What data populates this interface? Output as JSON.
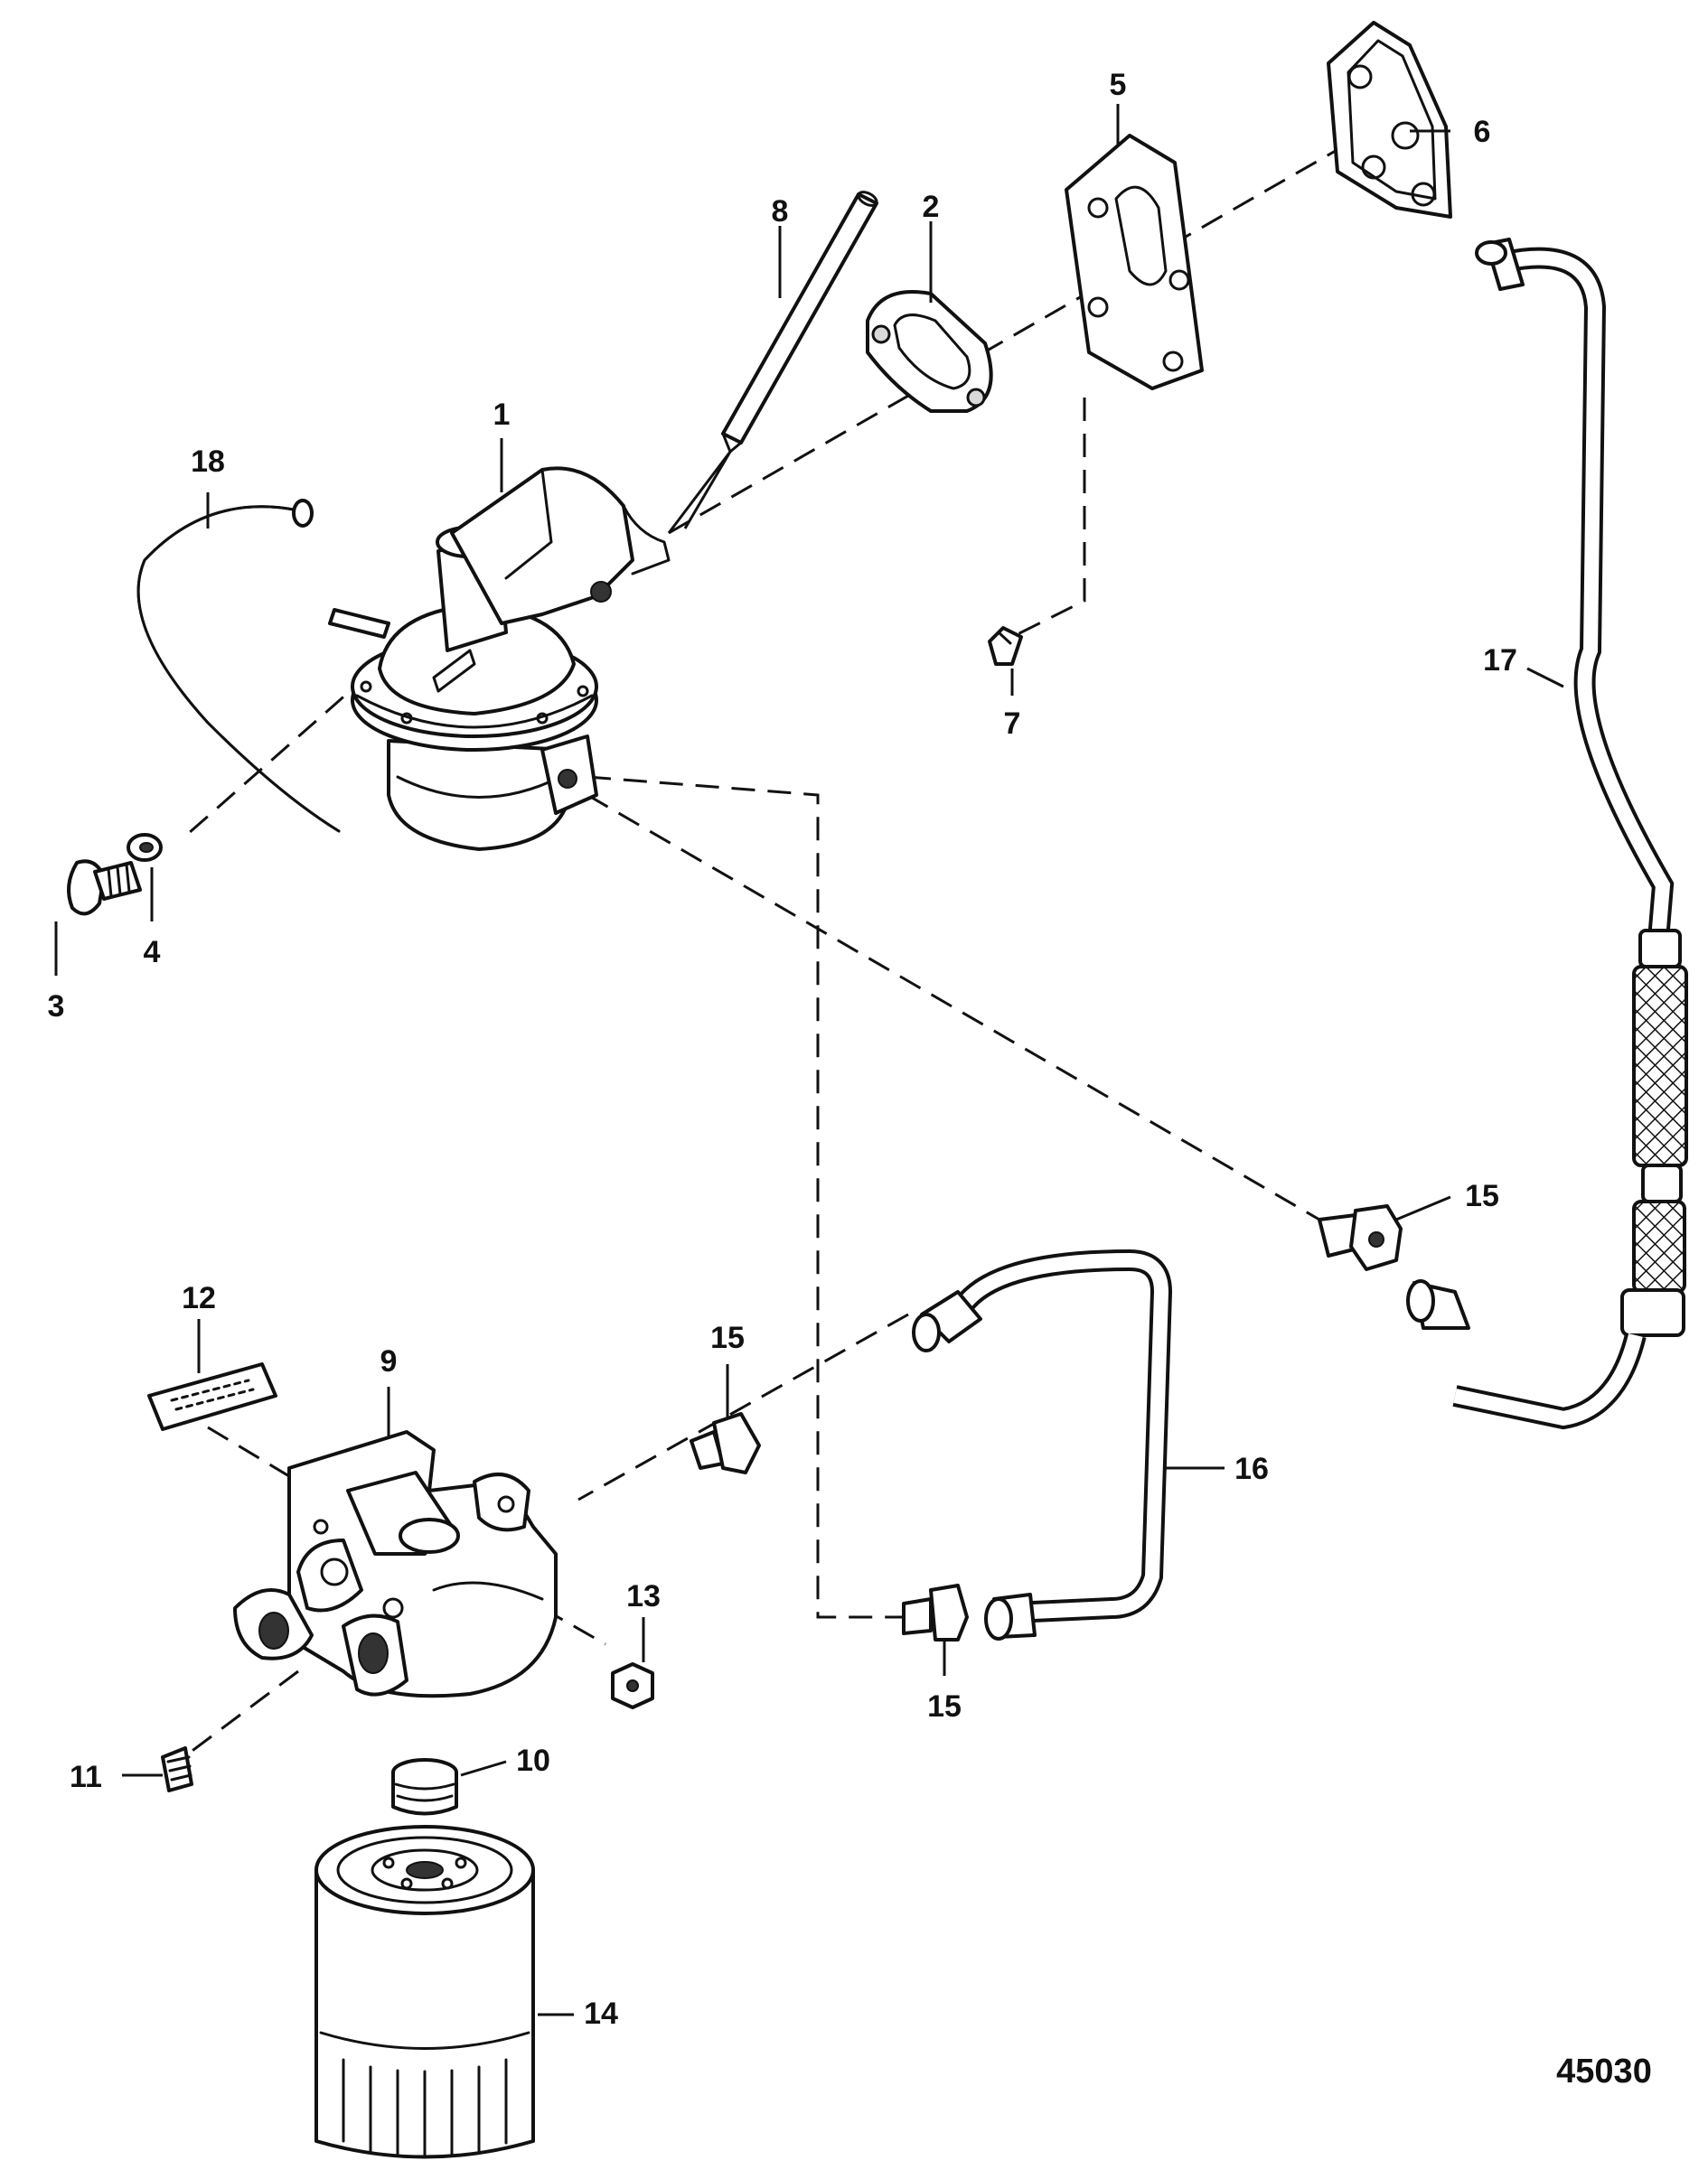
{
  "figure_number": "45030",
  "callouts": {
    "c1": "1",
    "c2": "2",
    "c3": "3",
    "c4": "4",
    "c5": "5",
    "c6": "6",
    "c7": "7",
    "c8": "8",
    "c9": "9",
    "c10": "10",
    "c11": "11",
    "c12": "12",
    "c13": "13",
    "c14": "14",
    "c15a": "15",
    "c15b": "15",
    "c15c": "15",
    "c16": "16",
    "c17": "17",
    "c18": "18"
  }
}
